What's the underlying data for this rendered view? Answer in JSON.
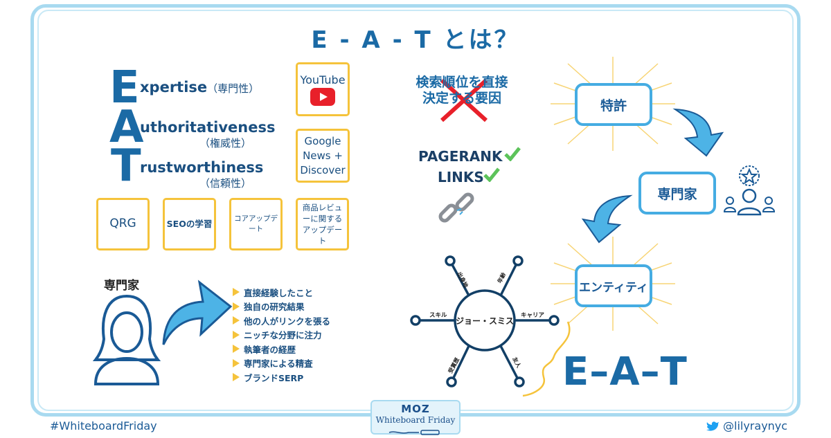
{
  "title": "E - A - T とは？",
  "eat_letters": [
    "E",
    "A",
    "T"
  ],
  "eat_words": [
    {
      "word": "xpertise",
      "note": "（専門性）"
    },
    {
      "word": "uthoritativeness",
      "note": "（権威性）"
    },
    {
      "word": "rustworthiness",
      "note": "（信頼性）"
    }
  ],
  "side_boxes": {
    "youtube": "YouTube",
    "google": "Google News + Discover"
  },
  "bottom_boxes": [
    "QRG",
    "SEOの学習",
    "コアアップデート",
    "商品レビューに関するアップデート"
  ],
  "expert_label": "専門家",
  "expert_list": [
    "直接経験したこと",
    "独自の研究結果",
    "他の人がリンクを張る",
    "ニッチな分野に注力",
    "執筆者の経歴",
    "専門家による精査",
    "ブランドSERP"
  ],
  "ranking_factor": "検索順位を直接決定する要因",
  "pagerank": "PAGERANK",
  "links": "LINKS",
  "flow": [
    "特許",
    "専門家",
    "エンティティ"
  ],
  "entity": {
    "center": "ジョー・スミス",
    "spokes": [
      "出身地",
      "年齢",
      "スキル",
      "キャリア",
      "受賞歴",
      "友人"
    ]
  },
  "eat_final": "E–A–T",
  "footer": {
    "hashtag": "#WhiteboardFriday",
    "twitter": "@lilyraynyc",
    "brand": "MOZ",
    "show": "Whiteboard Friday"
  },
  "colors": {
    "blue": "#1b6aa5",
    "light_blue": "#45ace2",
    "yellow": "#f5c33b",
    "red": "#e8202a",
    "green": "#5cc35a"
  }
}
